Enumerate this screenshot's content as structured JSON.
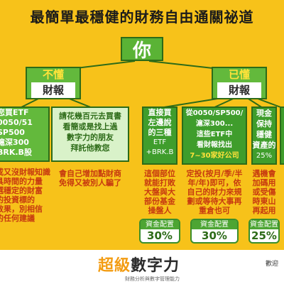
{
  "title": "最簡單最穩健的財務自由通關祕道",
  "root": "你",
  "branches": {
    "left": {
      "line1": "不懂",
      "line2": "財報"
    },
    "right": {
      "line1": "已懂",
      "line2": "財報"
    }
  },
  "panels": [
    {
      "id": "p1",
      "head": [
        "您買ETF",
        "0050/51",
        "SP500",
        "滬深300",
        "BRK.B股"
      ],
      "body": [
        "或又沒財報知識",
        "具時間的力量",
        "選穩定的財富",
        "的投資標的",
        "效果，別相信",
        "的任何建議"
      ]
    },
    {
      "id": "p2",
      "head": [
        "請花幾百元去買書",
        "看簡或是找上過",
        "數字力的朋友",
        "拜託他教您"
      ],
      "body": [
        "會自己增加點財商",
        "免得又被別人騙了"
      ]
    },
    {
      "id": "p3",
      "head": [
        "直接買",
        "左邊說",
        "的三種",
        "ETF",
        "+BRK.B"
      ],
      "body": [
        "這個部位",
        "就能打敗",
        "大盤與大",
        "部份基金",
        "操盤人"
      ],
      "alloc_label": "資金配置",
      "alloc_value": "30%"
    },
    {
      "id": "p4",
      "head": [
        "從0050/SP500/",
        "滬深300...",
        "這些ETF中",
        "看財報找出",
        "7~30家好公司"
      ],
      "body": [
        "定投(按月/季/半",
        "年/年)即可，依",
        "自己的財力來規",
        "劃或等待大事再",
        "重倉也可"
      ],
      "alloc_label": "資金配置",
      "alloc_value": "30%"
    },
    {
      "id": "p5",
      "head": [
        "現金",
        "保持",
        "穩健",
        "資產的",
        "25%"
      ],
      "body": [
        "遇機會",
        "加碼用",
        "或受傷",
        "時東山",
        "再起用"
      ],
      "alloc_label": "資金配置",
      "alloc_value": "25%"
    }
  ],
  "logo": {
    "main_a": "超級",
    "main_b": "數字力",
    "sub": "財務分析與數字管理能力"
  },
  "welcome": "歡迎",
  "colors": {
    "background": "#f7c21a",
    "green": "#4da533",
    "dark_green": "#2d6b18",
    "red_text": "#c73a10"
  }
}
